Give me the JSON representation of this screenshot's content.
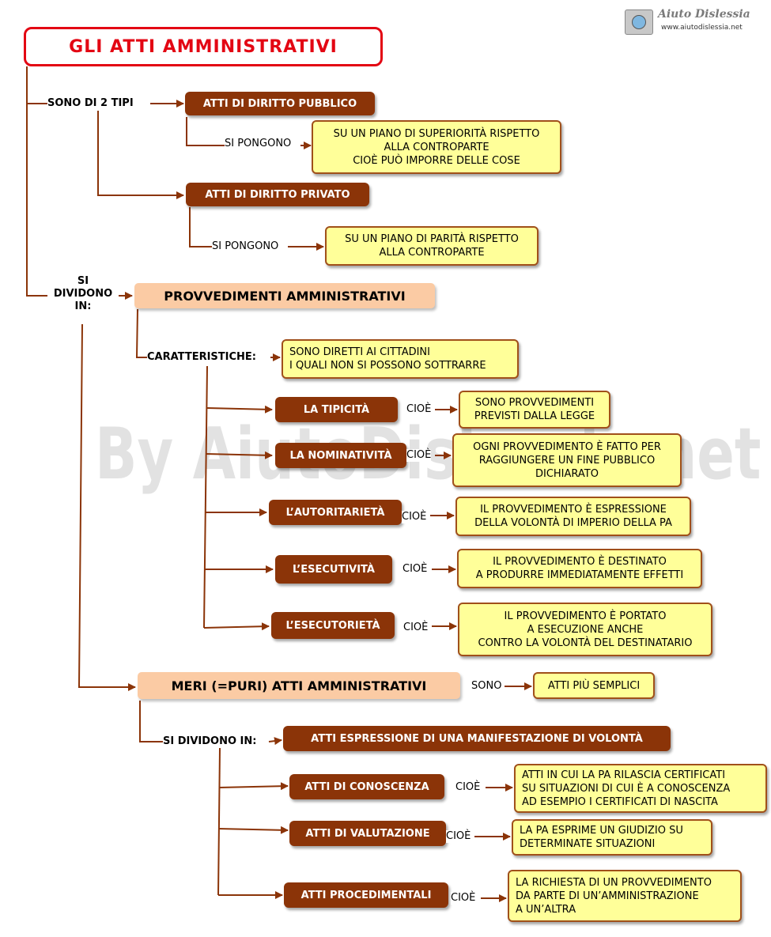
{
  "logo": {
    "name": "Aiuto Dislessia",
    "url": "www.aiutodislessia.net"
  },
  "watermark": "By AiutoDislessia.net",
  "title": "GLI ATTI AMMINISTRATIVI",
  "types": {
    "label": "SONO DI 2 TIPI",
    "public": {
      "label": "ATTI DI DIRITTO PUBBLICO",
      "relation": "SI PONGONO",
      "desc": "SU UN PIANO DI SUPERIORITÀ RISPETTO\nALLA CONTROPARTE\nCIOÈ PUÒ IMPORRE DELLE COSE"
    },
    "private": {
      "label": "ATTI DI DIRITTO PRIVATO",
      "relation": "SI PONGONO",
      "desc": "SU UN PIANO DI PARITÀ RISPETTO\nALLA CONTROPARTE"
    }
  },
  "division_label": "SI\nDIVIDONO\nIN:",
  "provvedimenti": {
    "label": "PROVVEDIMENTI AMMINISTRATIVI",
    "features_label": "CARATTERISTICHE:",
    "features_desc": "SONO DIRETTI AI CITTADINI\nI QUALI NON SI POSSONO SOTTRARRE",
    "relation": "CIOÈ",
    "items": [
      {
        "label": "LA TIPICITÀ",
        "desc": "SONO PROVVEDIMENTI\nPREVISTI DALLA LEGGE"
      },
      {
        "label": "LA NOMINATIVITÀ",
        "desc": "OGNI PROVVEDIMENTO È FATTO PER\nRAGGIUNGERE UN FINE PUBBLICO\nDICHIARATO"
      },
      {
        "label": "L’AUTORITARIETÀ",
        "desc": "IL PROVVEDIMENTO È ESPRESSIONE\nDELLA VOLONTÀ DI IMPERIO DELLA PA"
      },
      {
        "label": "L’ESECUTIVITÀ",
        "desc": "IL PROVVEDIMENTO È DESTINATO\nA PRODURRE IMMEDIATAMENTE EFFETTI"
      },
      {
        "label": "L’ESECUTORIETÀ",
        "desc": "IL  PROVVEDIMENTO  È  PORTATO\nA  ESECUZIONE  ANCHE\nCONTRO LA VOLONTÀ DEL DESTINATARIO"
      }
    ]
  },
  "meri": {
    "label": "MERI (=PURI) ATTI AMMINISTRATIVI",
    "relation": "SONO",
    "desc": "ATTI PIÙ SEMPLICI",
    "division_label": "SI DIVIDONO IN:",
    "first": "ATTI ESPRESSIONE DI UNA MANIFESTAZIONE DI VOLONTÀ",
    "relation_item": "CIOÈ",
    "items": [
      {
        "label": "ATTI DI CONOSCENZA",
        "desc": "ATTI IN CUI LA PA RILASCIA CERTIFICATI\nSU SITUAZIONI DI CUI È A CONOSCENZA\nAD ESEMPIO I CERTIFICATI DI NASCITA"
      },
      {
        "label": "ATTI DI VALUTAZIONE",
        "desc": "LA PA ESPRIME UN GIUDIZIO SU\nDETERMINATE SITUAZIONI"
      },
      {
        "label": "ATTI PROCEDIMENTALI",
        "desc": "LA RICHIESTA DI UN PROVVEDIMENTO\nDA PARTE DI UN’AMMINISTRAZIONE\nA UN’ALTRA"
      }
    ]
  },
  "colors": {
    "title": "#e30613",
    "dark_box": "#8b3408",
    "peach_box": "#fbcba4",
    "yellow_box": "#ffff99",
    "connector": "#8b3408"
  }
}
